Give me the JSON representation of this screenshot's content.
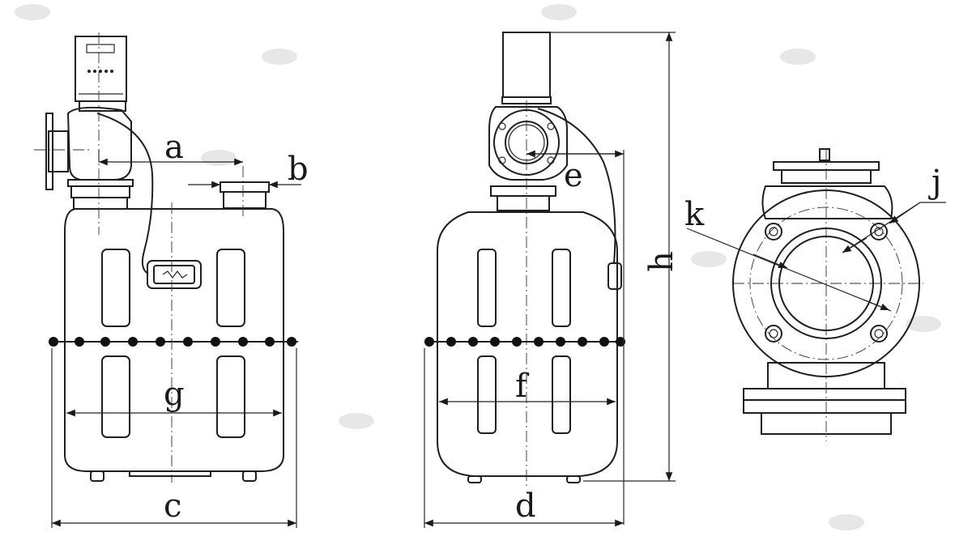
{
  "labels": {
    "a": "a",
    "b": "b",
    "c": "c",
    "d": "d",
    "e": "e",
    "f": "f",
    "g": "g",
    "h": "h",
    "j": "j",
    "k": "k"
  },
  "colors": {
    "line": "#1f1f1f",
    "background": "#ffffff",
    "watermark": "#cfcfcf"
  }
}
